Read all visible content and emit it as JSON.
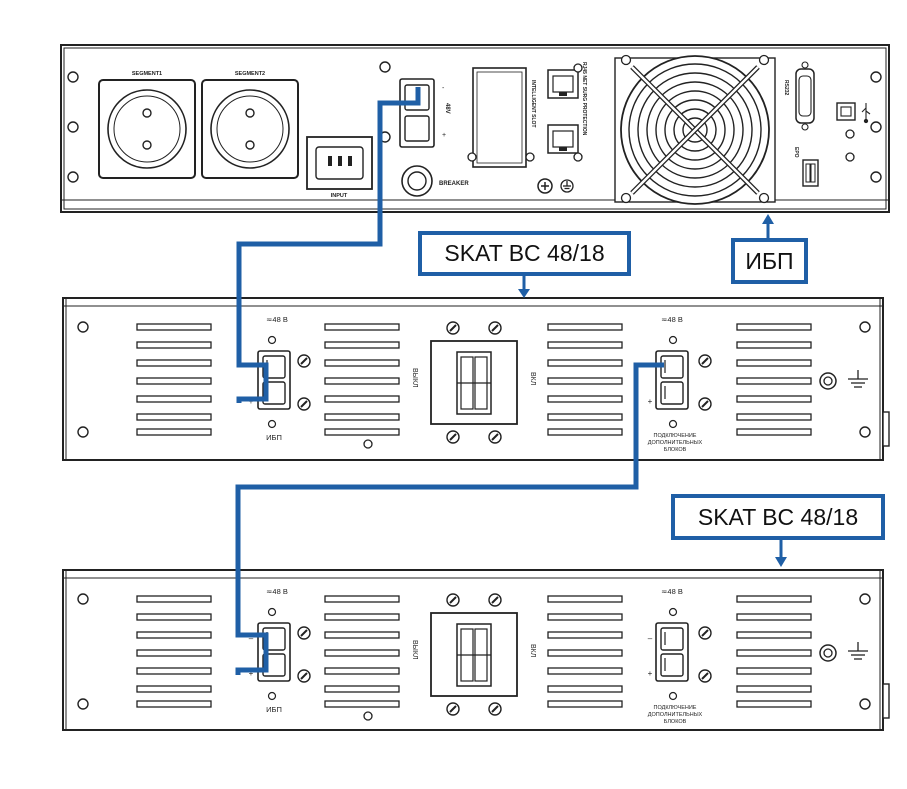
{
  "ups": {
    "callout": "ИБП",
    "segment1": "SEGMENT1",
    "segment2": "SEGMENT2",
    "input": "INPUT",
    "breaker": "BREAKER",
    "voltage": "48V",
    "minus": "-",
    "plus": "+",
    "slot": "INTELLIGENT SLOT",
    "rj45": "RJ45 NET SURG PROTECTION",
    "rs232": "RS232",
    "epo": "EPO"
  },
  "battery_top": {
    "callout": "SKAT BC 48/18",
    "voltage_left": "≂48 В",
    "voltage_right": "≂48 В",
    "ups_label": "ИБП",
    "off_label": "ВЫКЛ",
    "on_label": "ВКЛ",
    "connect_line1": "ПОДКЛЮЧЕНИЕ",
    "connect_line2": "ДОПОЛНИТЕЛЬНЫХ",
    "connect_line3": "БЛОКОВ",
    "minus": "–",
    "plus": "+"
  },
  "battery_bottom": {
    "callout": "SKAT BC 48/18",
    "voltage_left": "≂48 В",
    "voltage_right": "≂48 В",
    "ups_label": "ИБП",
    "off_label": "ВЫКЛ",
    "on_label": "ВКЛ",
    "connect_line1": "ПОДКЛЮЧЕНИЕ",
    "connect_line2": "ДОПОЛНИТЕЛЬНЫХ",
    "connect_line3": "БЛОКОВ",
    "minus": "–",
    "plus": "+"
  },
  "colors": {
    "cable": "#1f5fa6",
    "line": "#2b2b2b"
  }
}
